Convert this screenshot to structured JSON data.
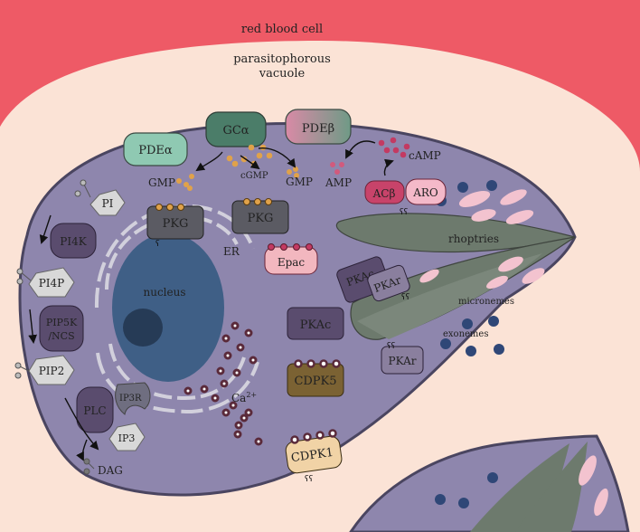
{
  "labels": {
    "rbc": "red blood cell",
    "pv1": "parasitophorous",
    "pv2": "vacuole",
    "pdea": "PDEα",
    "gca": "GCα",
    "pdeb": "PDEβ",
    "gmp_left": "GMP",
    "cgmp": "cGMP",
    "gmp_right": "GMP",
    "amp": "AMP",
    "camp": "cAMP",
    "acb": "ACβ",
    "aro": "ARO",
    "pi": "PI",
    "pi4k": "PI4K",
    "pi4p": "PI4P",
    "pip5k_1": "PIP5K",
    "pip5k_2": "/NCS",
    "pip2": "PIP2",
    "plc": "PLC",
    "ip3": "IP3",
    "dag": "DAG",
    "pkg1": "PKG",
    "pkg2": "PKG",
    "epac": "Epac",
    "nucleus": "nucleus",
    "er": "ER",
    "ip3r": "IP3R",
    "ca": "Ca",
    "ca_sup": "2+",
    "pkac1": "PKAc",
    "pkar1": "PKAr",
    "pkac2": "PKAc",
    "pkar2": "PKAr",
    "cdpk5": "CDPK5",
    "cdpk1": "CDPK1",
    "rhoptries": "rhoptries",
    "micronemes": "micronemes",
    "exonemes": "exonemes"
  },
  "colors": {
    "rbc": "#ee5a66",
    "vacuole": "#fbe3d6",
    "parasite": "#8e86ad",
    "parasite_edge": "#4a4560",
    "nucleus": "#3f5f86",
    "nucleolus": "#263b56",
    "rhoptry": "#6d7a6d",
    "microneme": "#f3c3cf",
    "exoneme": "#2f4777",
    "pdea": "#8fc9b2",
    "gca": "#4b7d69",
    "pdeb_left": "#d98aa6",
    "pdeb_right": "#6f9a86",
    "pkg": "#5b5b63",
    "epac": "#f2b7bf",
    "pkac": "#5a4c6e",
    "pkar": "#8a7f9e",
    "cdpk5": "#7b6233",
    "cdpk1": "#f1d3a6",
    "acb": "#c8436a",
    "aro": "#f4b9c9",
    "lipid": "#d8d8d8",
    "cgmp_dot": "#e0a24a",
    "camp_dot": "#c33a62",
    "ca_dot": "#5a2a3a"
  },
  "icons": [
    "curved-arrow-icon",
    "straight-arrow-icon",
    "membrane-anchor-icon"
  ]
}
